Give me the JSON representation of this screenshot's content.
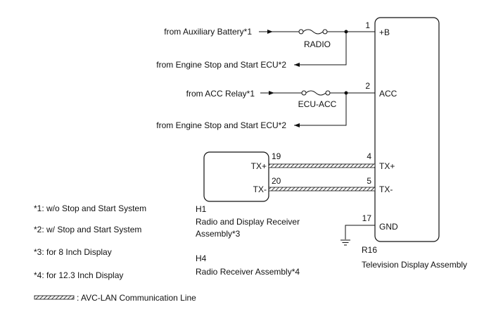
{
  "connectors": {
    "right": {
      "id": "R16",
      "name": "Television Display Assembly"
    },
    "left_h1": {
      "id": "H1",
      "name_line1": "Radio and Display Receiver",
      "name_line2": "Assembly*3"
    },
    "left_h4": {
      "id": "H4",
      "name": "Radio Receiver Assembly*4"
    }
  },
  "pins": {
    "p1": {
      "num": "1",
      "name": "+B"
    },
    "p2": {
      "num": "2",
      "name": "ACC"
    },
    "p4": {
      "num": "4",
      "name": "TX+"
    },
    "p5": {
      "num": "5",
      "name": "TX-"
    },
    "p17": {
      "num": "17",
      "name": "GND"
    },
    "h19": {
      "num": "19",
      "name": "TX+"
    },
    "h20": {
      "num": "20",
      "name": "TX-"
    }
  },
  "sources": {
    "aux_battery": "from Auxiliary Battery*1",
    "engine_ecu_1": "from Engine Stop and Start ECU*2",
    "acc_relay": "from ACC Relay*1",
    "engine_ecu_2": "from Engine Stop and Start ECU*2"
  },
  "fuses": {
    "radio": "RADIO",
    "ecu_acc": "ECU-ACC"
  },
  "notes": [
    "*1: w/o Stop and Start System",
    "*2: w/ Stop and Start System",
    "*3: for 8 Inch Display",
    "*4: for 12.3 Inch Display"
  ],
  "legend": {
    "avc_lan": ": AVC-LAN Communication Line"
  }
}
